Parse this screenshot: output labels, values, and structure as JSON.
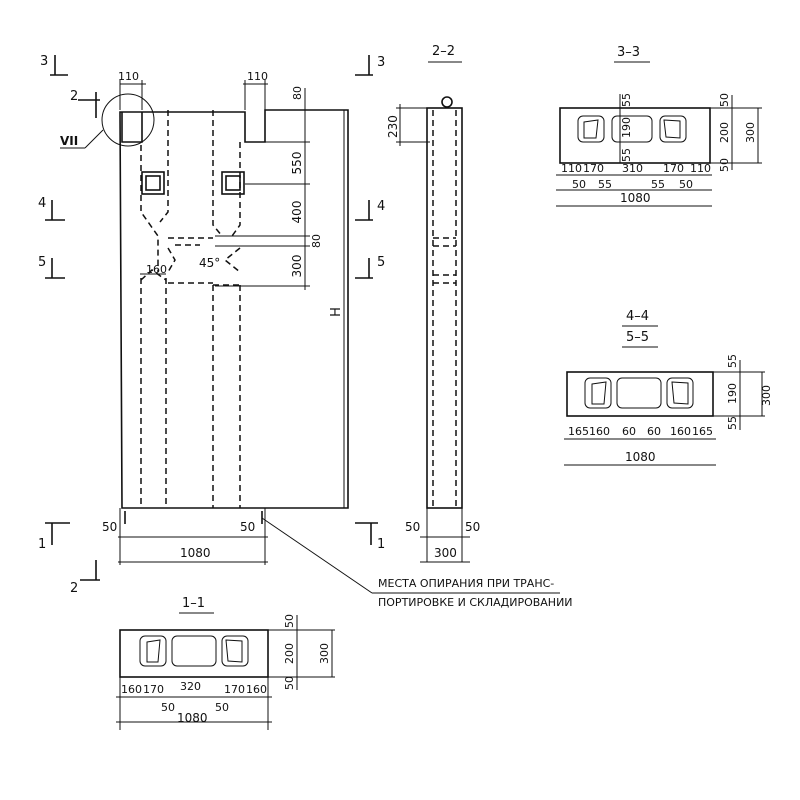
{
  "sections": {
    "s22": "2–2",
    "s33": "3–3",
    "s44": "4–4",
    "s55": "5–5",
    "s11": "1–1"
  },
  "cut_marks": {
    "c1": "1",
    "c2": "2",
    "c3": "3",
    "c4": "4",
    "c5": "5"
  },
  "labels": {
    "detail_ref": "VII",
    "height_symbol": "H",
    "angle": "45°",
    "note_line1": "МЕСТА ОПИРАНИЯ ПРИ ТРАНС-",
    "note_line2": "ПОРТИРОВКЕ И СКЛАДИРОВАНИИ"
  },
  "dims_front": {
    "top_left_110": "110",
    "top_right_110": "110",
    "d80_top": "80",
    "d550": "550",
    "d400": "400",
    "d80_mid": "80",
    "d300": "300",
    "d160": "160",
    "bottom_50_left": "50",
    "bottom_50_right": "50",
    "width_1080": "1080"
  },
  "dims_side": {
    "d230": "230",
    "bottom_50_left": "50",
    "bottom_50_right": "50",
    "width_300": "300"
  },
  "dims_s33": {
    "v55_top": "55",
    "v190": "190",
    "v55_bottom": "55",
    "v50_top": "50",
    "v200": "200",
    "v50_bottom": "50",
    "v300": "300",
    "h110_left": "110",
    "h170_left": "170",
    "h310": "310",
    "h170_right": "170",
    "h110_right": "110",
    "h50_1": "50",
    "h55_1": "55",
    "h55_2": "55",
    "h50_2": "50",
    "h1080": "1080"
  },
  "dims_s45": {
    "v55_top": "55",
    "v190": "190",
    "v55_bottom": "55",
    "v300": "300",
    "h165_left": "165",
    "h160_left": "160",
    "h60_left": "60",
    "h60_right": "60",
    "h160_right": "160",
    "h165_right": "165",
    "h1080": "1080"
  },
  "dims_s11": {
    "v50_top": "50",
    "v200": "200",
    "v50_bottom": "50",
    "v300": "300",
    "h160_left": "160",
    "h170_left": "170",
    "h320": "320",
    "h170_right": "170",
    "h160_right": "160",
    "h50_left": "50",
    "h50_right": "50",
    "h1080": "1080"
  }
}
